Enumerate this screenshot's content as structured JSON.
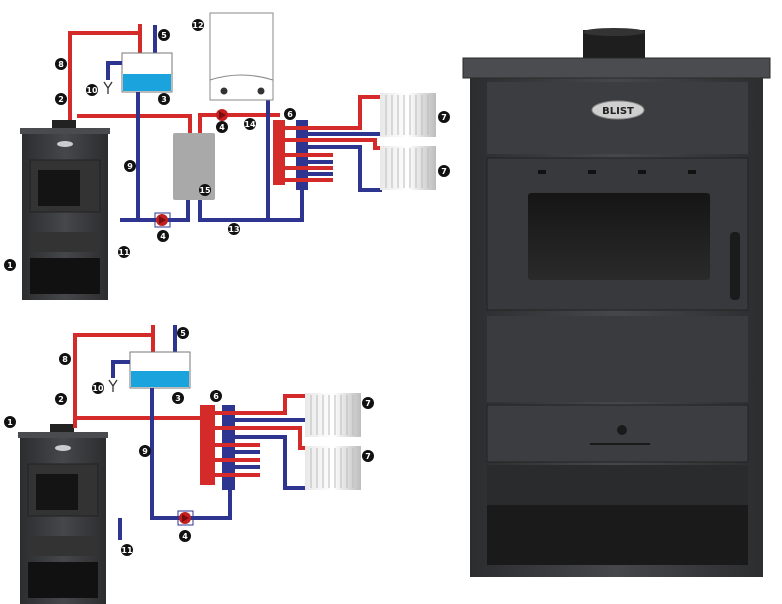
{
  "brand_logo": "BLIST",
  "diagram_top": {
    "markers": [
      "1",
      "2",
      "3",
      "4",
      "4",
      "5",
      "6",
      "7",
      "7",
      "8",
      "9",
      "10",
      "11",
      "12",
      "13",
      "14",
      "15"
    ]
  },
  "diagram_bottom": {
    "markers": [
      "1",
      "2",
      "3",
      "4",
      "5",
      "6",
      "7",
      "7",
      "8",
      "9",
      "10",
      "11"
    ]
  },
  "colors": {
    "supply": "#d42a2a",
    "return": "#2e3590",
    "water": "#1aa3dc",
    "stove": "#3a3b3d"
  }
}
